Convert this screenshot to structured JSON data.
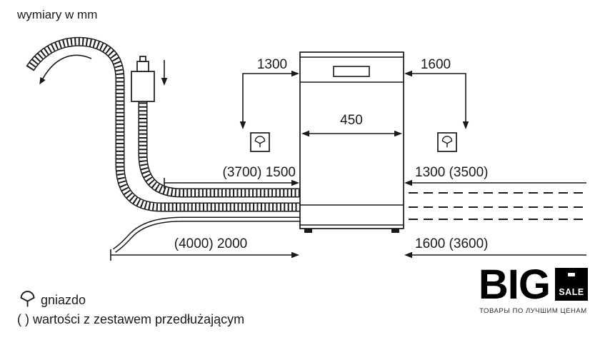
{
  "header": {
    "title": "wymiary w mm"
  },
  "dims": {
    "cord_left": "1300",
    "cord_right": "1600",
    "width": "450",
    "supply": "(3700) 1500",
    "right_mid": "1300 (3500)",
    "drain": "(4000) 2000",
    "right_bottom": "1600 (3600)"
  },
  "legend": {
    "socket_label": "gniazdo",
    "note": "( ) wartości z zestawem przedłużającym"
  },
  "logo": {
    "brand": "BIG",
    "badge": "SALE",
    "tagline": "ТОВАРЫ ПО ЛУЧШИМ ЦЕНАМ"
  },
  "icons": {
    "socket": "plug-symbol",
    "hose_end": "curved-arrow"
  },
  "colors": {
    "line": "#1a1a1a",
    "background": "#ffffff",
    "logo_black": "#000000",
    "badge_text": "#ffffff"
  }
}
